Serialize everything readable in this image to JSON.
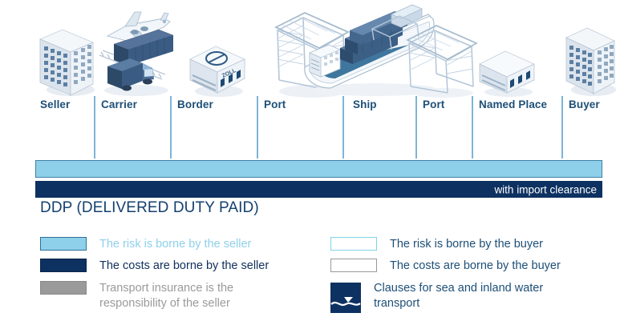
{
  "title": "DDP (DELIVERED DUTY PAID)",
  "nodes": [
    {
      "label": "Seller",
      "icon": "office-building-icon"
    },
    {
      "label": "Carrier",
      "icon": "plane-train-truck-icon"
    },
    {
      "label": "Border",
      "icon": "customs-office-icon"
    },
    {
      "label": "Port",
      "icon": "gantry-crane-icon"
    },
    {
      "label": "Ship",
      "icon": "container-ship-icon"
    },
    {
      "label": "Port",
      "icon": "gantry-crane-icon"
    },
    {
      "label": "Named Place",
      "icon": "warehouse-icon"
    },
    {
      "label": "Buyer",
      "icon": "office-building-icon"
    }
  ],
  "bars": {
    "risk_note": "",
    "cost_note": "with import clearance"
  },
  "legend": {
    "left": [
      {
        "label": "The risk is borne by the seller",
        "swatch": "filled-light-blue"
      },
      {
        "label": "The costs are borne by the seller",
        "swatch": "filled-navy"
      },
      {
        "label": "Transport insurance is the\nresponsibility of the seller",
        "swatch": "filled-gray"
      }
    ],
    "right": [
      {
        "label": "The risk is borne by the buyer",
        "swatch": "outline-cyan"
      },
      {
        "label": "The costs are borne by the buyer",
        "swatch": "outline-gray"
      },
      {
        "label": "Clauses for sea and inland\nwater transport",
        "swatch": "sea-transport-icon"
      }
    ]
  },
  "colors": {
    "risk_blue": "#8ed0ea",
    "cost_navy": "#0d3161",
    "insurance_gray": "#9a9a9a",
    "label_blue": "#1d4f77",
    "divider_blue": "#7db4d8"
  }
}
